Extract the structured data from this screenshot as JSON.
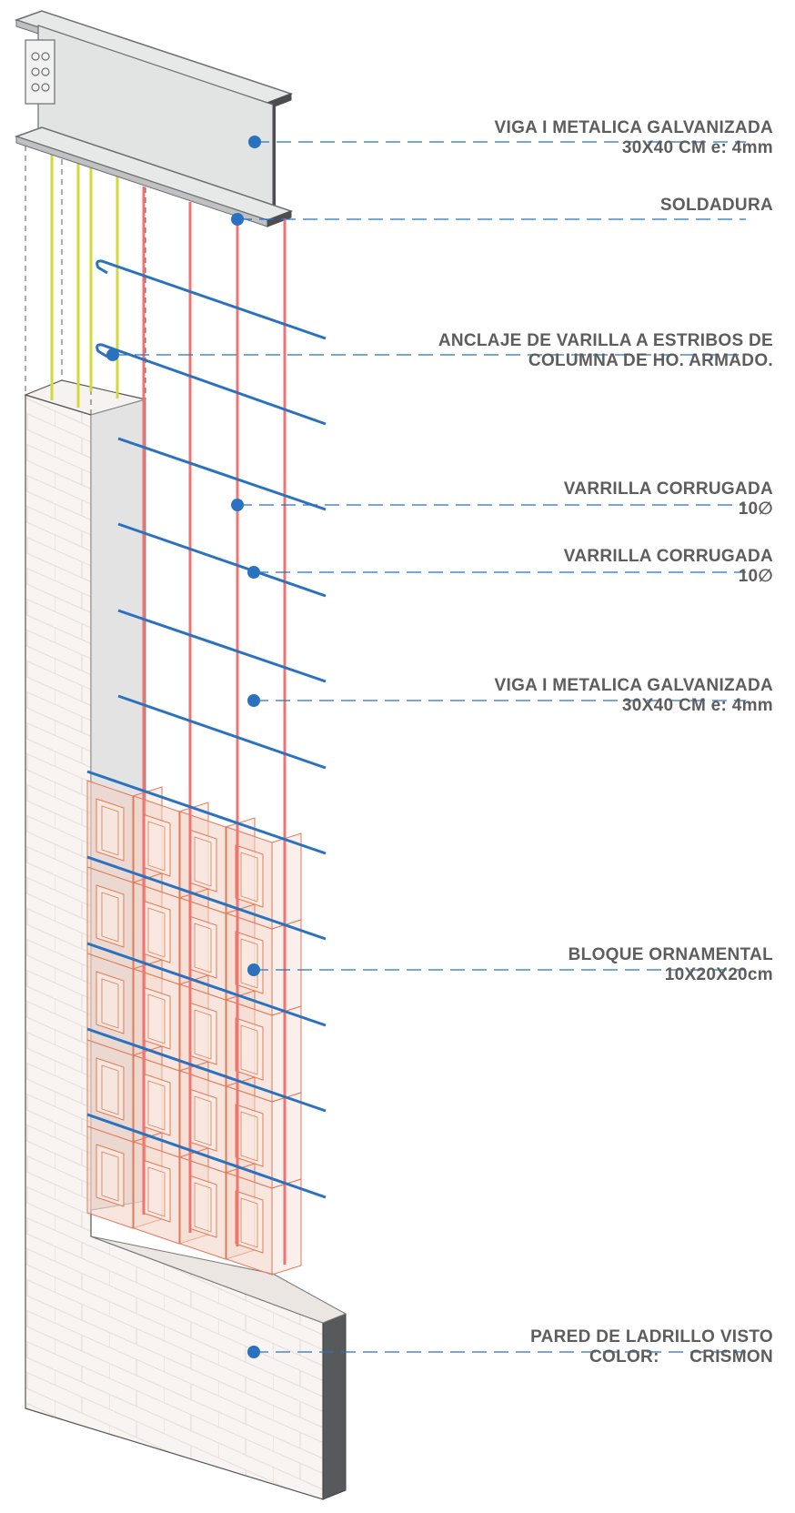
{
  "colors": {
    "steel": "#e2e3e3",
    "steel_edge": "#6d6e70",
    "yellow_rebar": "#d4d93a",
    "red_rebar": "#ef7472",
    "blue_rebar": "#2a72bf",
    "callout": "#2a72bf",
    "brick_face": "#f8f4f1",
    "brick_line": "#e6dcd6",
    "block_fill": "#f2d2c3",
    "block_edge": "#e07a5c",
    "wall_side": "#58595b",
    "text": "#5d5d5d"
  },
  "icons": {
    "callout_dot": "circle",
    "bolt": "circle"
  },
  "callouts": [
    {
      "id": "viga-1",
      "line1": "VIGA I METALICA GALVANIZADA",
      "line2": "30X40 CM e: 4mm"
    },
    {
      "id": "soldadura",
      "line1": "SOLDADURA",
      "line2": ""
    },
    {
      "id": "anclaje",
      "line1": "ANCLAJE DE VARILLA A ESTRIBOS DE",
      "line2": "COLUMNA DE HO. ARMADO."
    },
    {
      "id": "varrilla-1",
      "line1": "VARRILLA CORRUGADA",
      "line2": "10∅"
    },
    {
      "id": "varrilla-2",
      "line1": "VARRILLA CORRUGADA",
      "line2": "10∅"
    },
    {
      "id": "viga-2",
      "line1": "VIGA I METALICA GALVANIZADA",
      "line2": "30X40 CM e: 4mm"
    },
    {
      "id": "bloque",
      "line1": "BLOQUE ORNAMENTAL",
      "line2": "10X20X20cm"
    },
    {
      "id": "pared",
      "line1": "PARED DE LADRILLO VISTO",
      "line2": "COLOR:      CRISMON"
    }
  ]
}
